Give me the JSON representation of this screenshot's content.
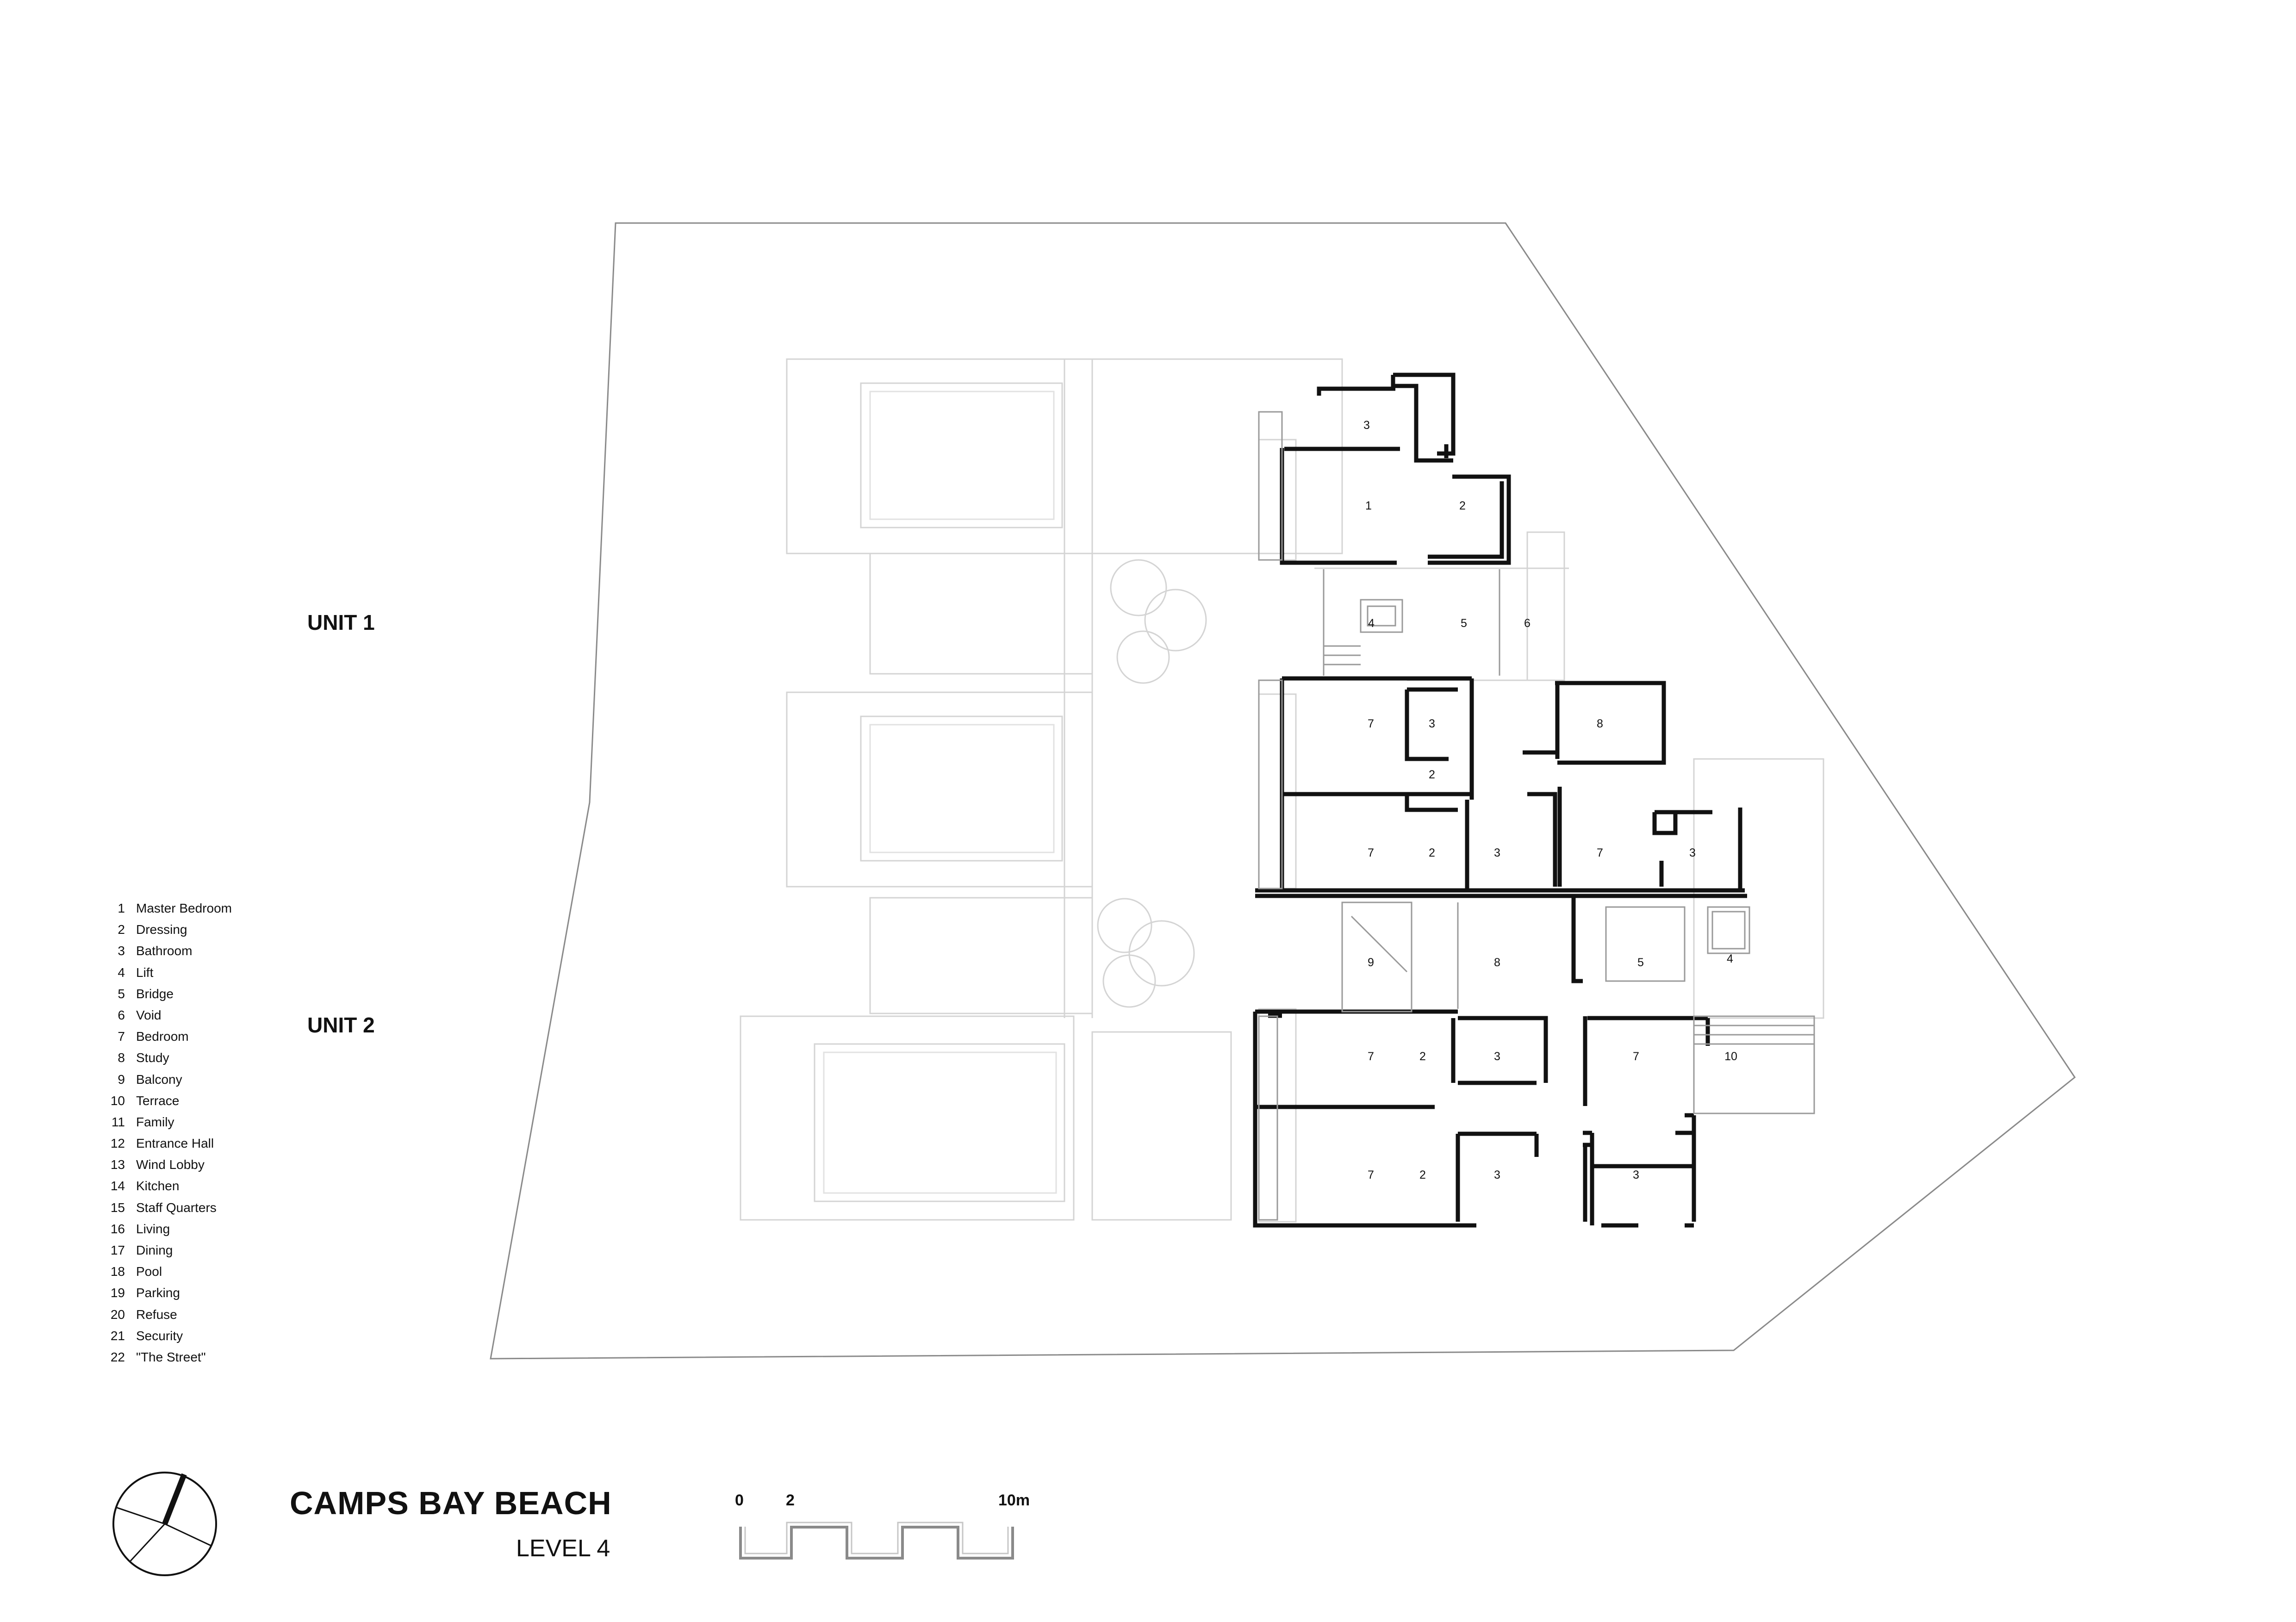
{
  "units": [
    {
      "label": "UNIT 1"
    },
    {
      "label": "UNIT 2"
    }
  ],
  "legend": [
    {
      "num": "1",
      "label": "Master Bedroom"
    },
    {
      "num": "2",
      "label": "Dressing"
    },
    {
      "num": "3",
      "label": "Bathroom"
    },
    {
      "num": "4",
      "label": "Lift"
    },
    {
      "num": "5",
      "label": "Bridge"
    },
    {
      "num": "6",
      "label": "Void"
    },
    {
      "num": "7",
      "label": "Bedroom"
    },
    {
      "num": "8",
      "label": "Study"
    },
    {
      "num": "9",
      "label": "Balcony"
    },
    {
      "num": "10",
      "label": "Terrace"
    },
    {
      "num": "11",
      "label": "Family"
    },
    {
      "num": "12",
      "label": "Entrance Hall"
    },
    {
      "num": "13",
      "label": "Wind Lobby"
    },
    {
      "num": "14",
      "label": "Kitchen"
    },
    {
      "num": "15",
      "label": "Staff Quarters"
    },
    {
      "num": "16",
      "label": "Living"
    },
    {
      "num": "17",
      "label": "Dining"
    },
    {
      "num": "18",
      "label": "Pool"
    },
    {
      "num": "19",
      "label": "Parking"
    },
    {
      "num": "20",
      "label": "Refuse"
    },
    {
      "num": "21",
      "label": "Security"
    },
    {
      "num": "22",
      "label": "\"The Street\""
    }
  ],
  "title": "CAMPS BAY BEACH",
  "subtitle": "LEVEL 4",
  "scale_bar": {
    "labels": [
      "0",
      "2",
      "10m"
    ]
  },
  "room_tags": [
    "3",
    "1",
    "2",
    "4",
    "5",
    "6",
    "7",
    "3",
    "8",
    "2",
    "7",
    "2",
    "3",
    "7",
    "3",
    "9",
    "8",
    "5",
    "4",
    "7",
    "2",
    "3",
    "7",
    "10",
    "7",
    "2",
    "3",
    "3"
  ],
  "colors": {
    "wall": "#111111",
    "ghost": "#cfcfcf",
    "site": "#8a8a8a"
  }
}
